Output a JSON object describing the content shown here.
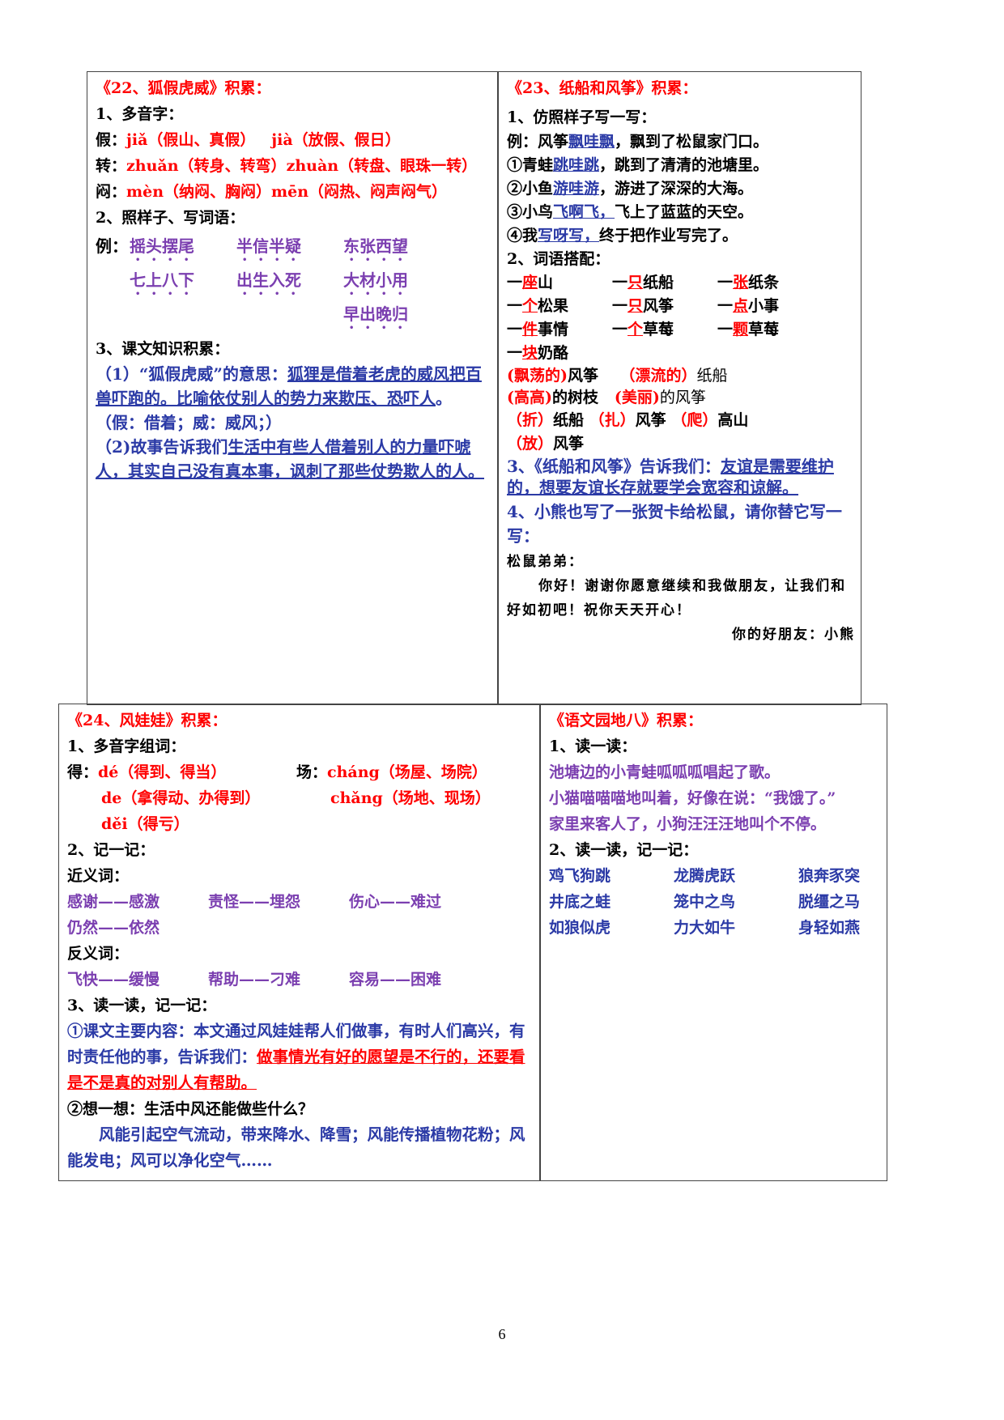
{
  "page_number": "6",
  "colors": {
    "heading": "#ff0000",
    "blue": "#2b3aa6",
    "purple": "#7b3fb0"
  },
  "s22": {
    "title": "《22、狐假虎威》积累：",
    "q1": "1、多音字：",
    "poly": [
      {
        "char": "假：",
        "a": "jiǎ（假山、真假）",
        "b": "jià（放假、假日）"
      },
      {
        "char": "转：",
        "a": "zhuǎn（转身、转弯）",
        "b": "zhuàn（转盘、眼珠一转）"
      },
      {
        "char": "闷：",
        "a": "mèn（纳闷、胸闷）",
        "b": "mēn（闷热、闷声闷气）"
      }
    ],
    "q2": "2、照样子、写词语：",
    "example_label": "例：",
    "idioms": [
      [
        "摇头摆尾",
        "半信半疑",
        "东张西望"
      ],
      [
        "七上八下",
        "出生入死",
        "大材小用"
      ],
      [
        "",
        "",
        "早出晚归"
      ]
    ],
    "q3": "3、课文知识积累：",
    "k1_prefix": "（1）“狐假虎威”的意思：",
    "k1_underlined": "狐狸是借着老虎的威风把百兽吓跑的。比喻依仗别人的势力来欺压、恐吓人",
    "k1_suffix": "。（假：借着；威：威风；）",
    "k2_prefix": "（2)故事告诉我们",
    "k2_underlined": "生活中有些人借着别人的力量吓唬人，其实自己没有真本事，讽刺了那些仗势欺人的人。"
  },
  "s23": {
    "title": "《23、纸船和风筝》积累：",
    "q1": "1、仿照样子写一写：",
    "examples": [
      {
        "pre": "例：风筝",
        "ans": "飘哇飘",
        "post": "，飘到了松鼠家门口。"
      },
      {
        "pre": "①青蛙",
        "ans": "跳哇跳",
        "post": "，跳到了清清的池塘里。"
      },
      {
        "pre": "②小鱼",
        "ans": "游哇游",
        "post": "，游进了深深的大海。"
      },
      {
        "pre": "③小鸟",
        "ans": "飞啊飞，",
        "post": "飞上了蓝蓝的天空。"
      },
      {
        "pre": "④我",
        "ans": "写呀写，",
        "post": "终于把作业写完了。"
      }
    ],
    "q2": "2、词语搭配：",
    "measure": [
      [
        {
          "m": "座",
          "n": "山"
        },
        {
          "m": "只",
          "n": "纸船"
        },
        {
          "m": "张",
          "n": "纸条"
        }
      ],
      [
        {
          "m": "个",
          "n": "松果"
        },
        {
          "m": "只",
          "n": "风筝"
        },
        {
          "m": "点",
          "n": "小事"
        }
      ],
      [
        {
          "m": "件",
          "n": "事情"
        },
        {
          "m": "个",
          "n": "草莓"
        },
        {
          "m": "颗",
          "n": "草莓"
        }
      ],
      [
        {
          "m": "块",
          "n": "奶酪"
        }
      ]
    ],
    "yi": "一",
    "adj": [
      [
        {
          "a": "(飘荡的)",
          "n": "风筝"
        },
        {
          "a": "（漂流的）",
          "n": "纸船"
        }
      ],
      [
        {
          "a": "(高高)",
          "n": "的树枝"
        },
        {
          "a": "(美丽)",
          "n": "的风筝"
        }
      ],
      [
        {
          "a": "（折）",
          "n": "纸船"
        },
        {
          "a": "（扎）",
          "n": "风筝"
        },
        {
          "a": "（爬）",
          "n": "高山"
        }
      ],
      [
        {
          "a": "（放）",
          "n": "风筝"
        }
      ]
    ],
    "q3_prefix": "3、《纸船和风筝》告诉我们：",
    "q3_underlined": "友谊是需要维护的，想要友谊长存就要学会宽容和谅解。",
    "q4": "4、小熊也写了一张贺卡给松鼠，请你替它写一写：",
    "letter_greeting": "松鼠弟弟：",
    "letter_body": "你好！谢谢你愿意继续和我做朋友，让我们和好如初吧！祝你天天开心！",
    "letter_sign": "你的好朋友：小熊"
  },
  "s24": {
    "title": "《24、风娃娃》积累：",
    "q1": "1、多音字组词：",
    "de_char": "得：",
    "de": [
      "dé（得到、得当）",
      "de（拿得动、办得到）",
      "děi（得亏）"
    ],
    "chang_char": "场：",
    "chang": [
      "cháng（场屋、场院）",
      "chǎng（场地、现场）"
    ],
    "q2": "2、记一记：",
    "syn_label": "近义词：",
    "synonyms": [
      "感谢——感激",
      "责怪——埋怨",
      "伤心——难过",
      "仍然——依然"
    ],
    "ant_label": "反义词：",
    "antonyms": [
      "飞快——缓慢",
      "帮助——刁难",
      "容易——困难"
    ],
    "q3": "3、读一读，记一记：",
    "main_prefix": "①课文主要内容：本文通过风娃娃帮人们做事，有时人们高兴，有时责任他的事，告诉我们：",
    "main_underlined": "做事情光有好的愿望是不行的，还要看是不是真的对别人有帮助。",
    "think": "②想一想：生活中风还能做些什么？",
    "think_answer": "风能引起空气流动，带来降水、降雪；风能传播植物花粉；风能发电；风可以净化空气……"
  },
  "s8": {
    "title": "《语文园地八》积累：",
    "q1": "1、读一读：",
    "sentences": [
      "池塘边的小青蛙呱呱呱唱起了歌。",
      "小猫喵喵喵地叫着，好像在说：“我饿了。”",
      "家里来客人了，小狗汪汪汪地叫个不停。"
    ],
    "q2": "2、读一读，记一记：",
    "idioms": [
      [
        "鸡飞狗跳",
        "龙腾虎跃",
        "狼奔豕突"
      ],
      [
        "井底之蛙",
        "笼中之鸟",
        "脱缰之马"
      ],
      [
        "如狼似虎",
        "力大如牛",
        "身轻如燕"
      ]
    ]
  }
}
